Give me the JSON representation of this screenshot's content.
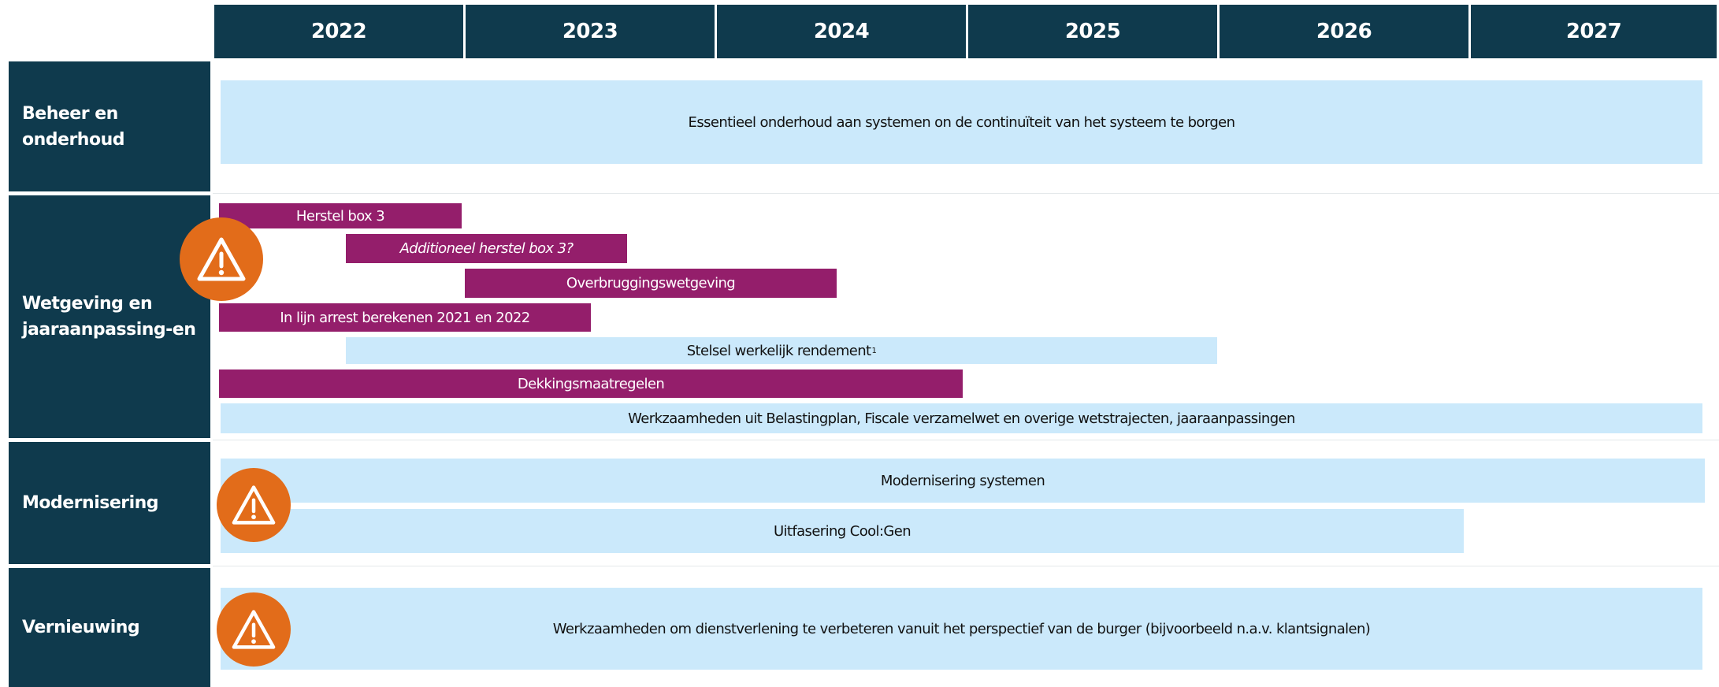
{
  "years": [
    "2022",
    "2023",
    "2024",
    "2025",
    "2026",
    "2027"
  ],
  "categories": [
    {
      "label": "Beheer en onderhoud"
    },
    {
      "label": "Wetgeving en jaaraanpassing-en"
    },
    {
      "label": "Modernisering"
    },
    {
      "label": "Vernieuwing"
    }
  ],
  "bars": [
    {
      "label": "Essentieel onderhoud aan systemen on de continuïteit van het systeem te borgen"
    },
    {
      "label": "Herstel box 3"
    },
    {
      "label": "Additioneel herstel box 3?"
    },
    {
      "label": "Overbruggingswetgeving"
    },
    {
      "label": "In lijn arrest berekenen 2021 en 2022"
    },
    {
      "label": "Stelsel werkelijk rendement",
      "footnote": "1"
    },
    {
      "label": "Dekkingsmaatregelen"
    },
    {
      "label": "Werkzaamheden uit Belastingplan, Fiscale verzamelwet en overige wetstrajecten, jaaraanpassingen"
    },
    {
      "label": "Modernisering systemen"
    },
    {
      "label": "Uitfasering Cool:Gen"
    },
    {
      "label": "Werkzaamheden om dienstverlening te verbeteren vanuit het perspectief van de burger (bijvoorbeeld n.a.v. klantsignalen)"
    }
  ],
  "colors": {
    "header": "#0f3a4d",
    "bar_light": "#cbe9fb",
    "bar_purple": "#941e6b",
    "warning": "#e26c1a"
  },
  "icons": {
    "warning": "warning-triangle-icon"
  }
}
